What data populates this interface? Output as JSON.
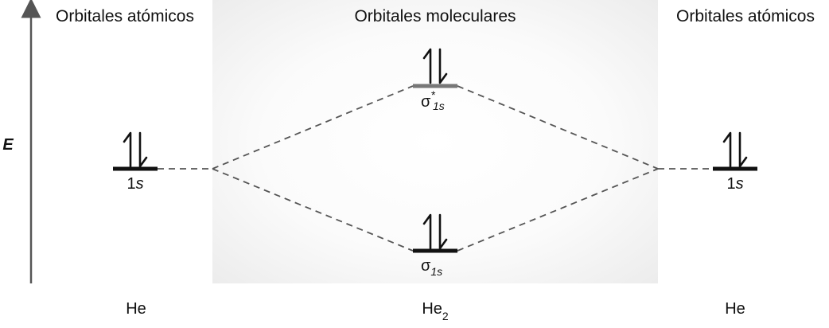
{
  "headings": {
    "left": "Orbitales atómicos",
    "center": "Orbitales moleculares",
    "right": "Orbitales atómicos"
  },
  "axis": {
    "label": "E"
  },
  "orbitals": {
    "left_ao": {
      "base": "1",
      "italic": "s",
      "electrons": 2
    },
    "right_ao": {
      "base": "1",
      "italic": "s",
      "electrons": 2
    },
    "antibonding": {
      "symbol": "σ",
      "sup": "*",
      "sub": "1s",
      "electrons": 2
    },
    "bonding": {
      "symbol": "σ",
      "sub": "1s",
      "electrons": 2
    }
  },
  "species": {
    "left": "He",
    "center_base": "He",
    "center_sub": "2",
    "right": "He"
  },
  "colors": {
    "level": "#111111",
    "antibonding_level": "#777777",
    "dashed": "#555555",
    "axis": "#555555"
  }
}
